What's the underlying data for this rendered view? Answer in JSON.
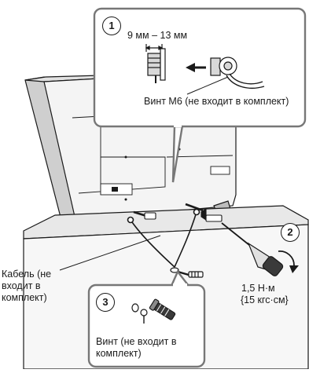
{
  "callout_1": {
    "step": "1",
    "dimension": "9 мм – 13 мм",
    "label": "Винт М6 (не входит в комплект)"
  },
  "step_2": {
    "step": "2",
    "torque": "1,5 Н·м",
    "torque_alt": "{15 кгс·см}"
  },
  "cable_label": "Кабель (не входит в комплект)",
  "callout_3": {
    "step": "3",
    "label": "Винт (не входит в комплект)"
  },
  "colors": {
    "line": "#1a1a1a",
    "callout_frame": "#777777",
    "tv_side": "#cfcfcf",
    "tv_back": "#f4f4f4"
  }
}
